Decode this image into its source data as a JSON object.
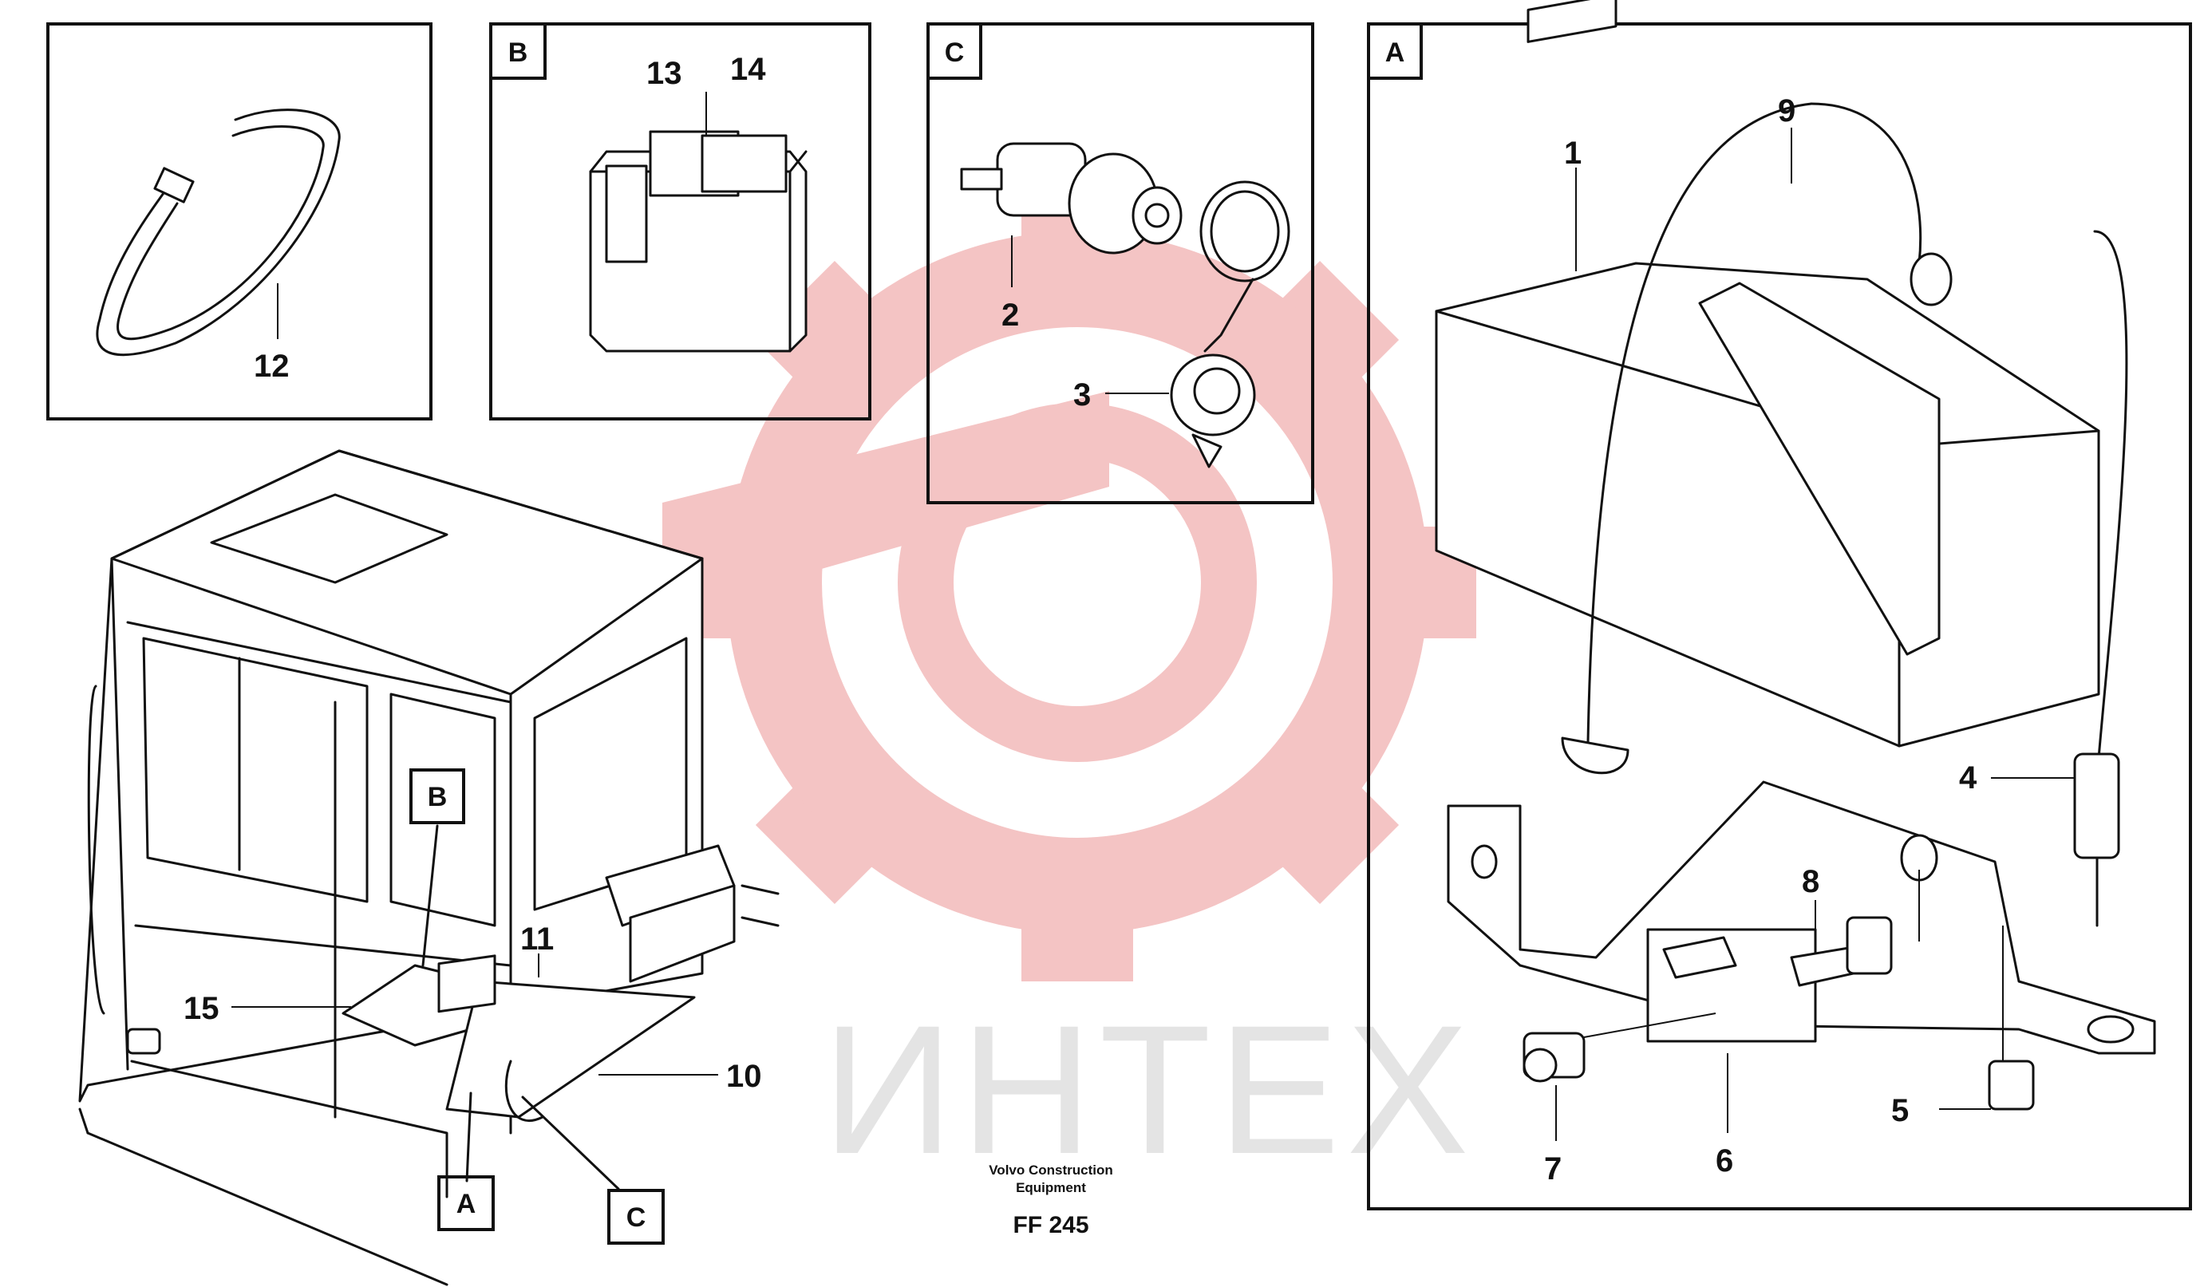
{
  "watermark": {
    "text": "ИНТЕХ",
    "gear_color": "#f4c4c4",
    "text_color": "#e4e4e4"
  },
  "footer": {
    "company_line1": "Volvo Construction",
    "company_line2": "Equipment",
    "code": "FF 245"
  },
  "panels": {
    "clip": {
      "callouts": [
        "12"
      ]
    },
    "b": {
      "label": "B",
      "callouts": [
        "13",
        "14"
      ]
    },
    "c": {
      "label": "C",
      "callouts": [
        "2",
        "3"
      ]
    },
    "a": {
      "label": "A",
      "callouts": [
        "1",
        "9",
        "4",
        "8",
        "5",
        "6",
        "7"
      ]
    }
  },
  "cab": {
    "callouts": [
      "11",
      "15",
      "10"
    ],
    "markers": [
      "B",
      "A",
      "C"
    ]
  }
}
